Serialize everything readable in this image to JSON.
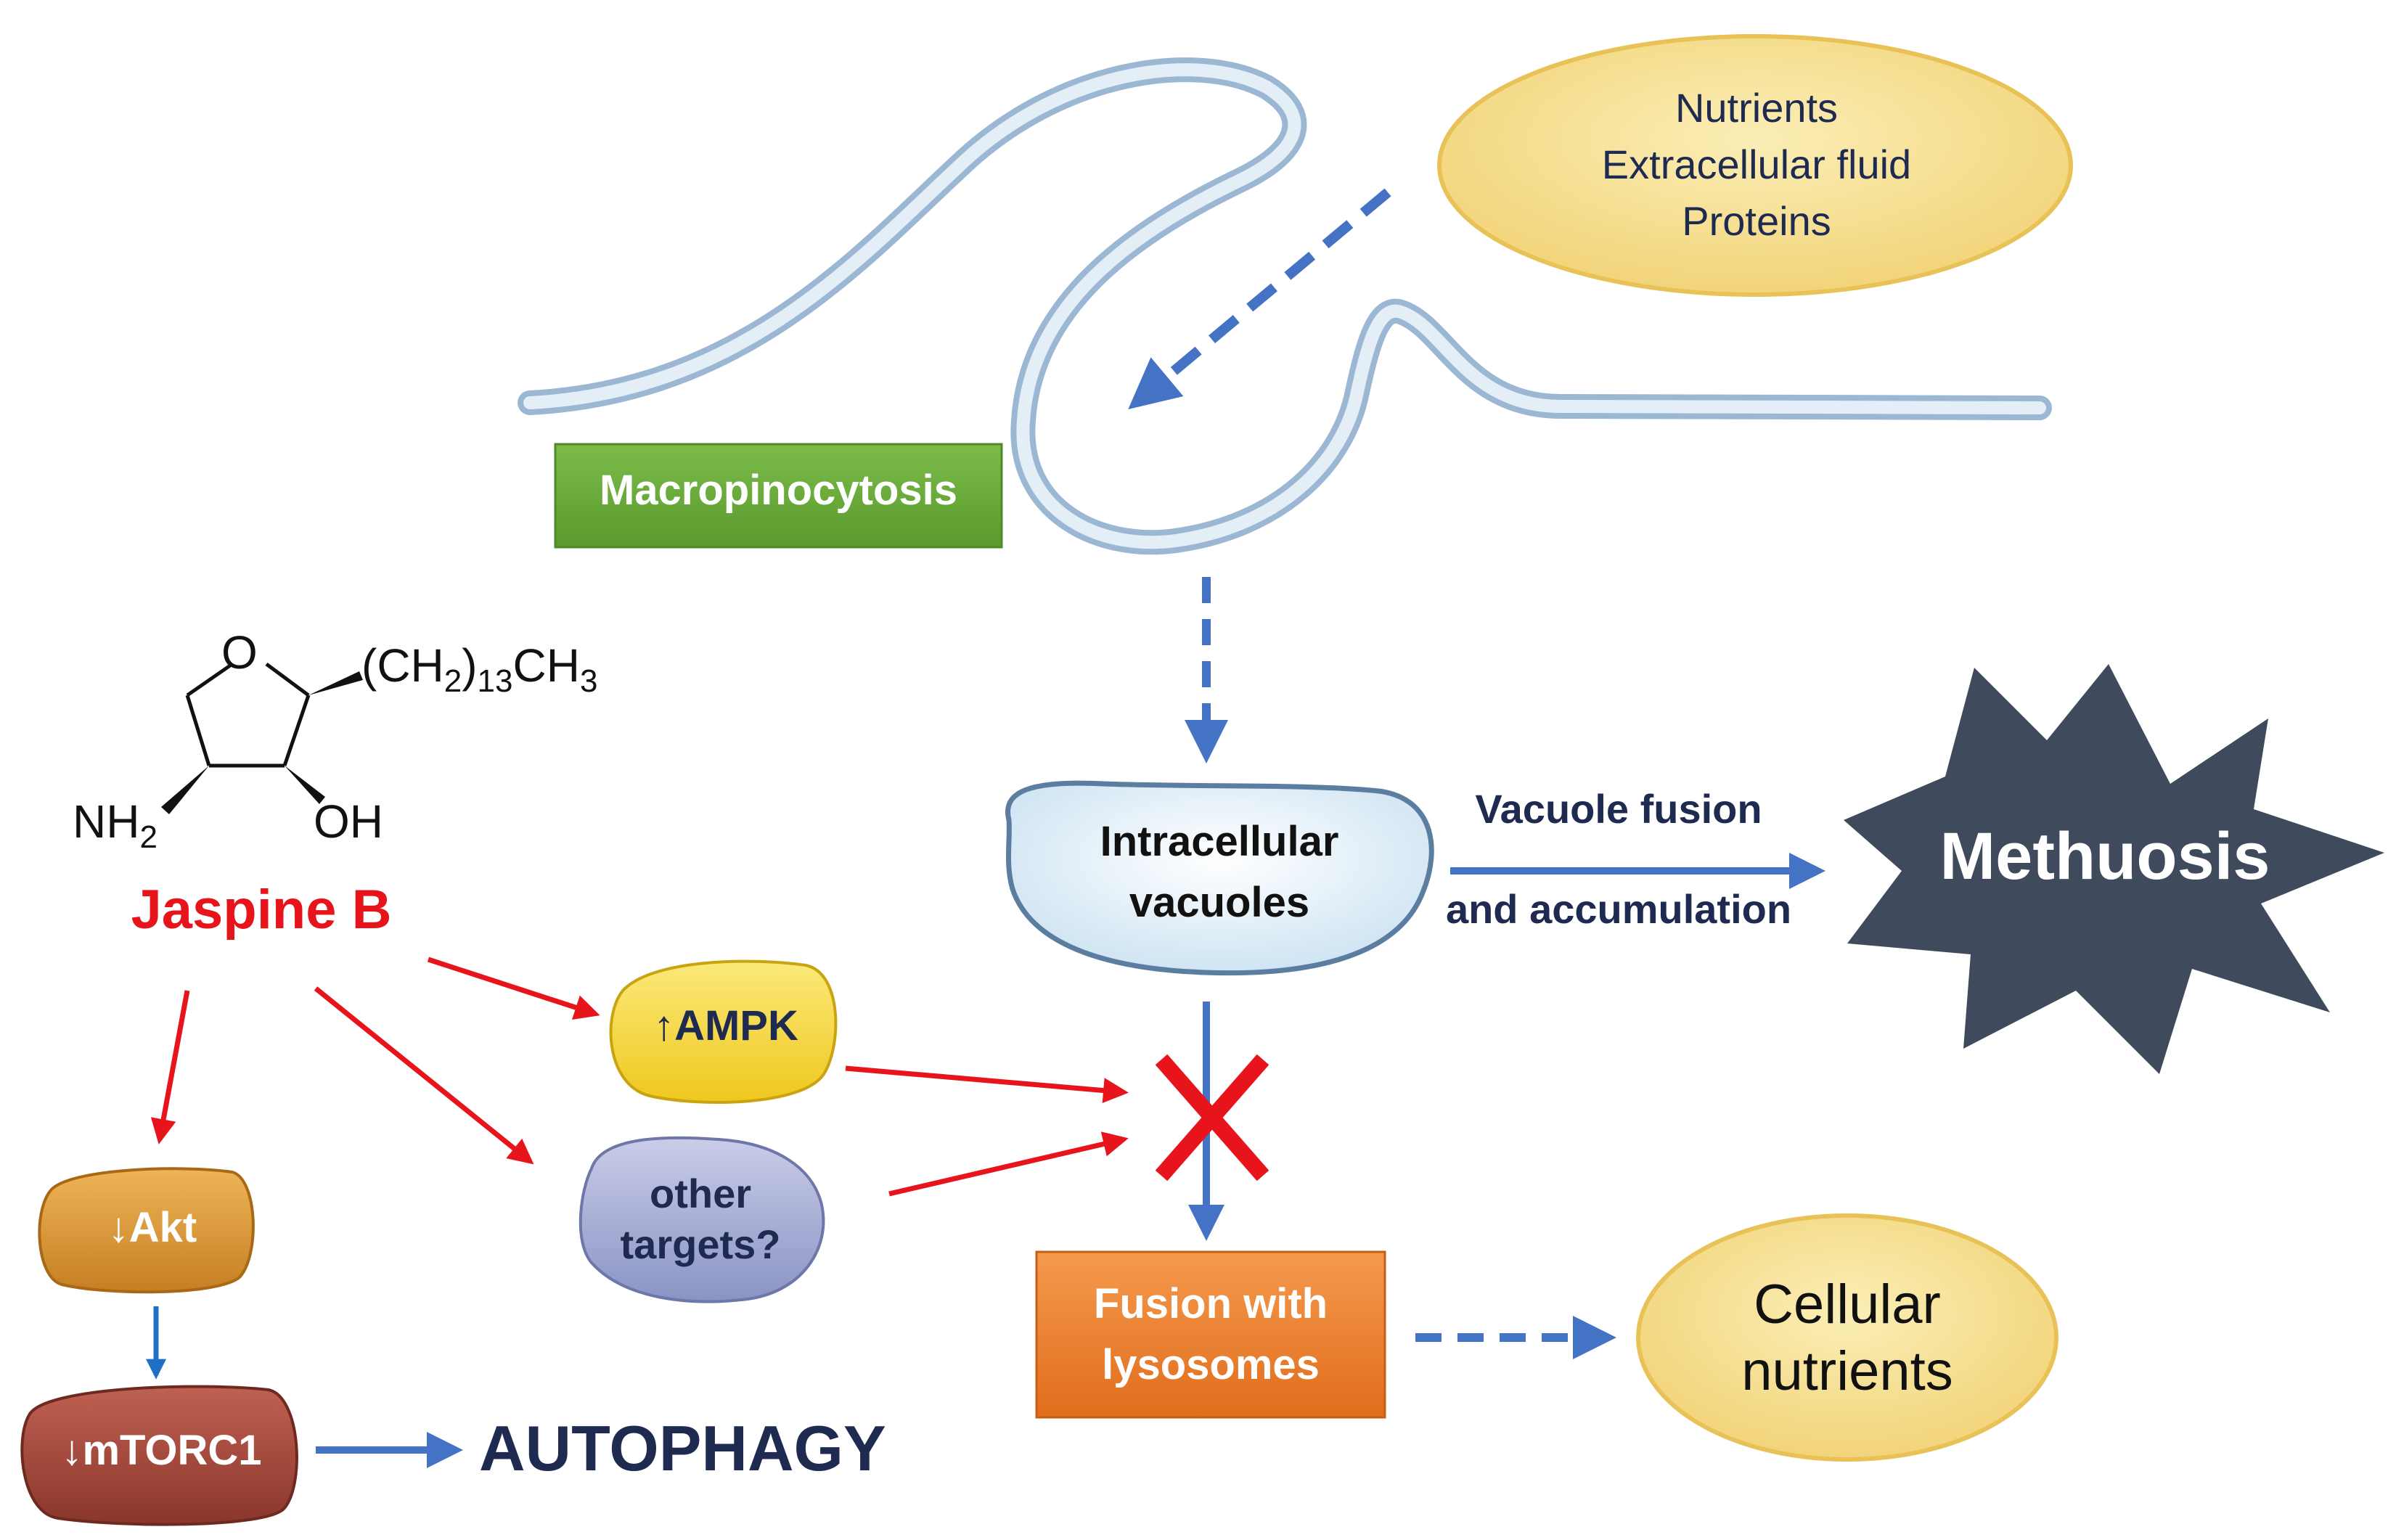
{
  "nutrients_box": {
    "lines": [
      "Nutrients",
      "Extracellular fluid",
      "Proteins"
    ]
  },
  "macropinocytosis_label": "Macropinocytosis",
  "molecule": {
    "ring_oxygen": "O",
    "side_chain": {
      "a": "(CH",
      "b": "2",
      "c": ")",
      "d": "13",
      "e": "CH",
      "f": "3"
    },
    "amine": {
      "a": "NH",
      "b": "2"
    },
    "hydroxyl": "OH",
    "name": "Jaspine B"
  },
  "intracellular_vacuoles": {
    "lines": [
      "Intracellular",
      "vacuoles"
    ]
  },
  "vacuole_fusion_edge": {
    "top": "Vacuole fusion",
    "bottom": "and accumulation"
  },
  "methuosis_label": "Methuosis",
  "ampk_label": "↑AMPK",
  "other_targets": {
    "lines": [
      "other",
      "targets?"
    ]
  },
  "akt_label": "↓Akt",
  "mtorc1_label": "↓mTORC1",
  "autophagy_label": "AUTOPHAGY",
  "fusion_lysosomes": {
    "lines": [
      "Fusion with",
      "lysosomes"
    ]
  },
  "cellular_nutrients": {
    "lines": [
      "Cellular",
      "nutrients"
    ]
  },
  "colors": {
    "red_arrow": "#e8141b",
    "blue_arrow": "#4472c4",
    "navy_text": "#1f2a50",
    "jaspine_red": "#e8141b",
    "methuosis_star": "#3f4a5c",
    "macropinocytosis_green": "#6aab3c",
    "fusion_orange": "#ed7d31",
    "nutrient_yellow": "#f7e08f",
    "ampk_yellow": "#f5d634",
    "other_lavender": "#9aa3cf",
    "akt_orange": "#d79332",
    "mtorc1_brown": "#9e4337"
  }
}
